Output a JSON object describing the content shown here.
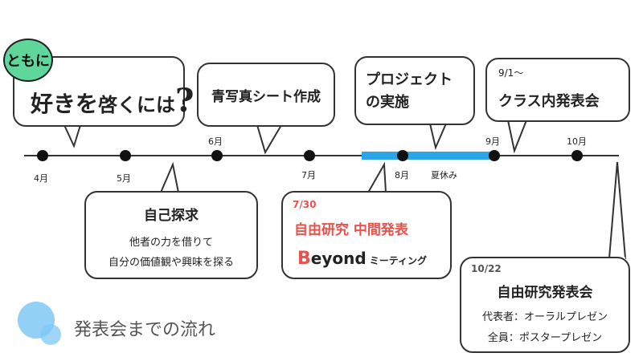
{
  "title_bubble": {
    "badge": "ともに",
    "main_text": "好きを",
    "small_text": "啓くには",
    "question": "?"
  },
  "bubbles": {
    "blueprint": "青写真シート作成",
    "project": "プロジェクト\nの実施",
    "class_date": "9/1〜",
    "class_title": "クラス内発表会",
    "self_title": "自己探求",
    "self_line1": "他者の力を借りて",
    "self_line2": "自分の価値観や興味を探る",
    "mid_date": "7/30",
    "mid_title": "自由研究 中間発表",
    "beyond_b": "B",
    "beyond_rest": "eyond",
    "beyond_meeting": "ミーティング",
    "final_date": "10/22",
    "final_title": "自由研究発表会",
    "final_line1": "代表者：オーラルプレゼン",
    "final_line2": "全員：ポスタープレゼン"
  },
  "timeline": {
    "months": [
      "4月",
      "5月",
      "6月",
      "7月",
      "8月",
      "9月",
      "10月"
    ],
    "summer_label": "夏休み"
  },
  "footer": {
    "caption": "発表会までの流れ"
  },
  "colors": {
    "accent_red": "#e8524a",
    "summer_blue": "#2aa5e8",
    "badge_green": "#5fd69a",
    "circle_blue": "#7fc8f5"
  }
}
